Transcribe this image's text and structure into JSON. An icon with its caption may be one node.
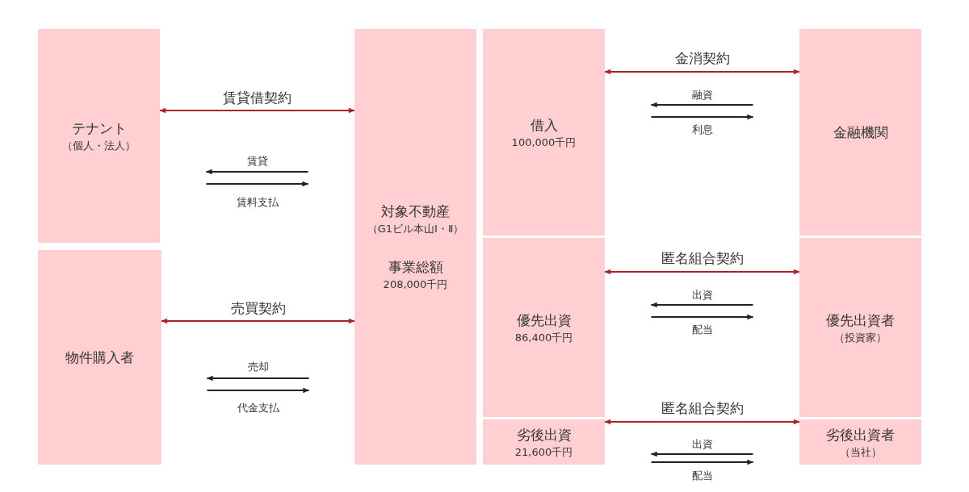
{
  "diagram": {
    "nodes": [
      {
        "text": [
          "テナント",
          "（個人・法人）"
        ]
      },
      {
        "text": [
          "物件購入者"
        ]
      },
      {
        "text": [
          "対象不動産",
          "（G1ビル本山Ⅰ・Ⅱ）",
          "事業総額",
          "208,000千円"
        ]
      },
      {
        "text": [
          "借入",
          "100,000千円"
        ]
      },
      {
        "text": [
          "優先出資",
          "86,400千円"
        ]
      },
      {
        "text": [
          "劣後出資",
          "21,600千円"
        ]
      },
      {
        "text": [
          "金融機関"
        ]
      },
      {
        "text": [
          "優先出資者",
          "（投資家）"
        ]
      },
      {
        "text": [
          "劣後出資者",
          "（当社）"
        ]
      }
    ],
    "edges": [
      {
        "from": 0,
        "to": 2,
        "arrow": "both",
        "label": "賃貸借契約",
        "color": "#a8232a"
      },
      {
        "from": 2,
        "to": 0,
        "arrow": "to",
        "label": "賃貸"
      },
      {
        "from": 0,
        "to": 2,
        "arrow": "to",
        "label": "賃料支払"
      },
      {
        "from": 1,
        "to": 2,
        "arrow": "both",
        "label": "売買契約",
        "color": "#a8232a"
      },
      {
        "from": 2,
        "to": 1,
        "arrow": "to",
        "label": "売却"
      },
      {
        "from": 1,
        "to": 2,
        "arrow": "to",
        "label": "代金支払"
      },
      {
        "from": 3,
        "to": 6,
        "arrow": "both",
        "label": "金消契約",
        "color": "#a8232a"
      },
      {
        "from": 6,
        "to": 3,
        "arrow": "to",
        "label": "融資"
      },
      {
        "from": 3,
        "to": 6,
        "arrow": "to",
        "label": "利息"
      },
      {
        "from": 4,
        "to": 7,
        "arrow": "both",
        "label": "匿名組合契約",
        "color": "#a8232a"
      },
      {
        "from": 7,
        "to": 4,
        "arrow": "to",
        "label": "出資"
      },
      {
        "from": 4,
        "to": 7,
        "arrow": "to",
        "label": "配当"
      },
      {
        "from": 5,
        "to": 8,
        "arrow": "both",
        "label": "匿名組合契約",
        "color": "#a8232a"
      },
      {
        "from": 8,
        "to": 5,
        "arrow": "to",
        "label": "出資"
      },
      {
        "from": 5,
        "to": 8,
        "arrow": "to",
        "label": "配当"
      }
    ]
  }
}
